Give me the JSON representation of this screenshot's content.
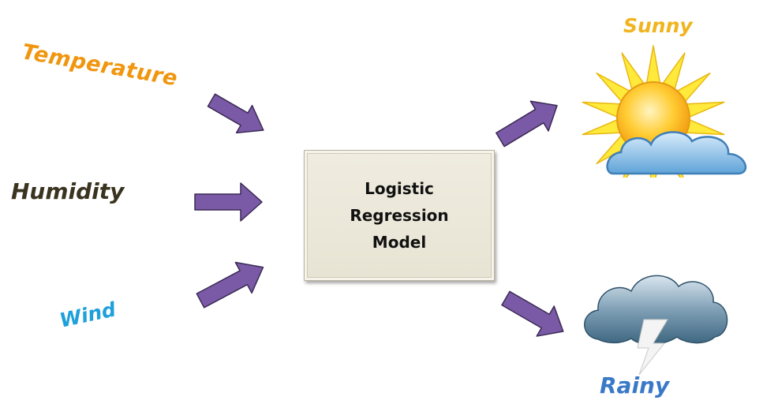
{
  "diagram": {
    "inputs": [
      {
        "label": "Temperature",
        "color": "#f0960f"
      },
      {
        "label": "Humidity",
        "color": "#3a3320"
      },
      {
        "label": "Wind",
        "color": "#1ea0dc"
      }
    ],
    "model": {
      "lines": [
        "Logistic",
        "Regression",
        "Model"
      ]
    },
    "outputs": [
      {
        "label": "Sunny",
        "color": "#f0b41e",
        "icon": "sun-behind-cloud-icon"
      },
      {
        "label": "Rainy",
        "color": "#3a78c8",
        "icon": "storm-cloud-icon"
      }
    ],
    "arrow_color": "#7a5aa6"
  }
}
